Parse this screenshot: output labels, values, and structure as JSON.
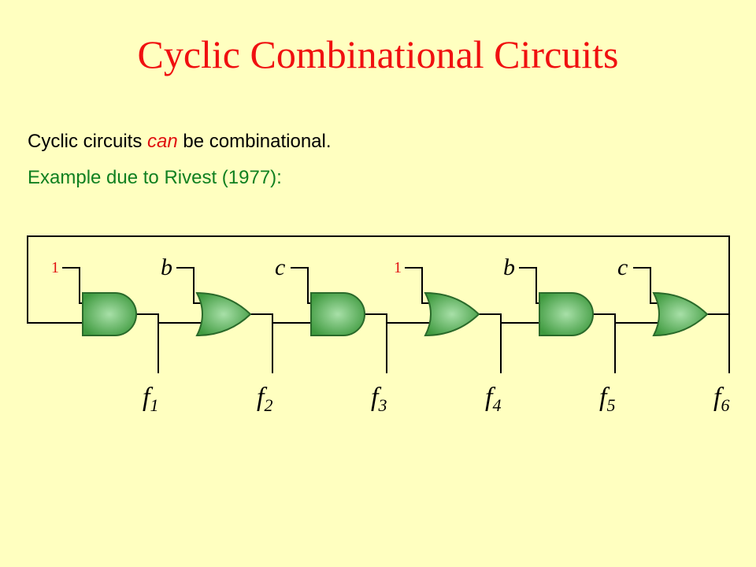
{
  "slide": {
    "title": "Cyclic Combinational Circuits",
    "line1": {
      "before": "Cyclic circuits ",
      "emphasis": "can",
      "after": " be combinational."
    },
    "line2": "Example due to Rivest (1977):"
  },
  "circuit": {
    "gates": [
      {
        "type": "AND",
        "input_label": "1",
        "input_kind": "constant",
        "output": "f",
        "output_index": "1"
      },
      {
        "type": "OR",
        "input_label": "b",
        "input_kind": "variable",
        "output": "f",
        "output_index": "2"
      },
      {
        "type": "AND",
        "input_label": "c",
        "input_kind": "variable",
        "output": "f",
        "output_index": "3"
      },
      {
        "type": "OR",
        "input_label": "1",
        "input_kind": "constant",
        "output": "f",
        "output_index": "4"
      },
      {
        "type": "AND",
        "input_label": "b",
        "input_kind": "variable",
        "output": "f",
        "output_index": "5"
      },
      {
        "type": "OR",
        "input_label": "c",
        "input_kind": "variable",
        "output": "f",
        "output_index": "6"
      }
    ],
    "colors": {
      "gate_fill": "#58b058",
      "gate_highlight": "#a8e0a8",
      "wire": "#000000",
      "constant": "#e01010"
    }
  }
}
